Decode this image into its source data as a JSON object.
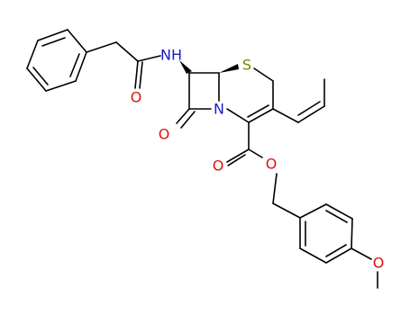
{
  "molecule": {
    "atoms": {
      "amide_n": "NH",
      "amide_o": "O",
      "lactam_o": "O",
      "ring_n": "N",
      "sulfur": "S",
      "ester_carbonyl_o": "O",
      "ester_o": "O",
      "methoxy_o": "O"
    },
    "colors": {
      "carbon_bond": "#000000",
      "nitrogen": "#1a1acc",
      "oxygen": "#e01010",
      "sulfur": "#808000"
    }
  }
}
